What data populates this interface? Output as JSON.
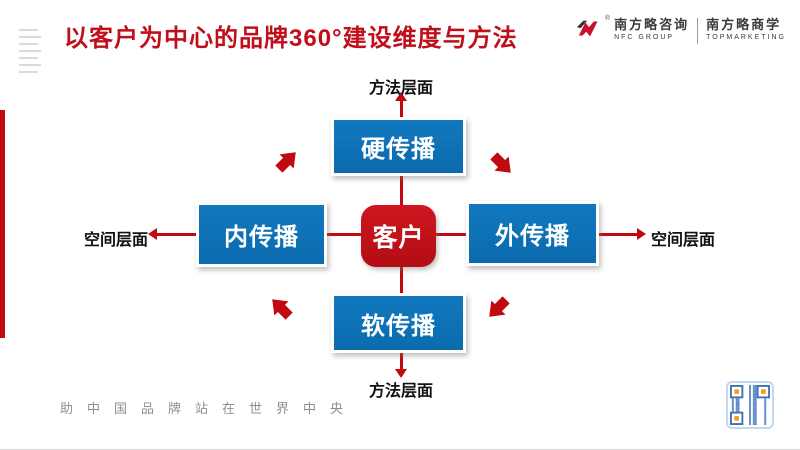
{
  "slide": {
    "title": "以客户为中心的品牌360°建设维度与方法",
    "footer_slogan": "助中国品牌站在世界中央"
  },
  "logo": {
    "registered_mark": "®",
    "brand_left": {
      "cn": "南方略咨询",
      "en": "NFC GROUP"
    },
    "brand_right": {
      "cn": "南方略商学",
      "en": "TOPMARKETING"
    }
  },
  "diagram": {
    "center_label": "客户",
    "boxes": {
      "top": "硬传播",
      "right": "外传播",
      "bottom": "软传播",
      "left": "内传播"
    },
    "axis_labels": {
      "top": "方法层面",
      "bottom": "方法层面",
      "left": "空间层面",
      "right": "空间层面"
    },
    "rotation_direction": "clockwise"
  },
  "colors": {
    "title_red": "#c00f1a",
    "arrow_red": "#c00a10",
    "box_blue": "#0d72b5",
    "center_red": "#c31219",
    "qr_blue": "#5b87c5",
    "qr_orange": "#f5a01d"
  }
}
